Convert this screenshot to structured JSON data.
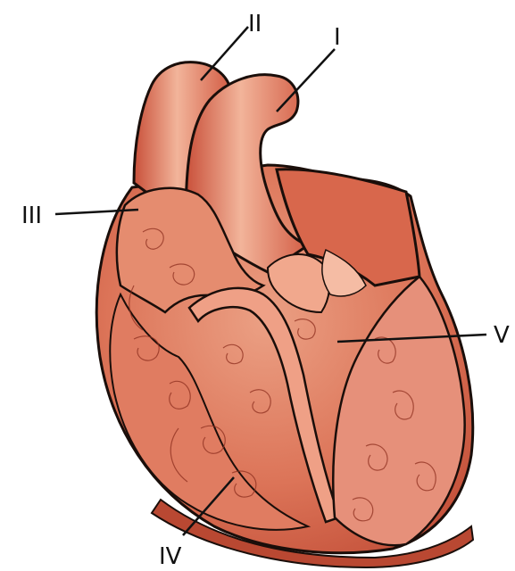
{
  "figure": {
    "colors": {
      "heart_fill": "#d9664c",
      "heart_light": "#f0a88a",
      "heart_dark": "#b8442e",
      "outline": "#1a0e0a",
      "leader_line": "#111111",
      "label_text": "#111111",
      "background": "#ffffff"
    },
    "labels": {
      "aorta_label": "I",
      "pulmonary_artery_label": "II",
      "right_atrium_label": "III",
      "right_ventricle_label": "IV",
      "left_ventricle_label": "V"
    }
  }
}
